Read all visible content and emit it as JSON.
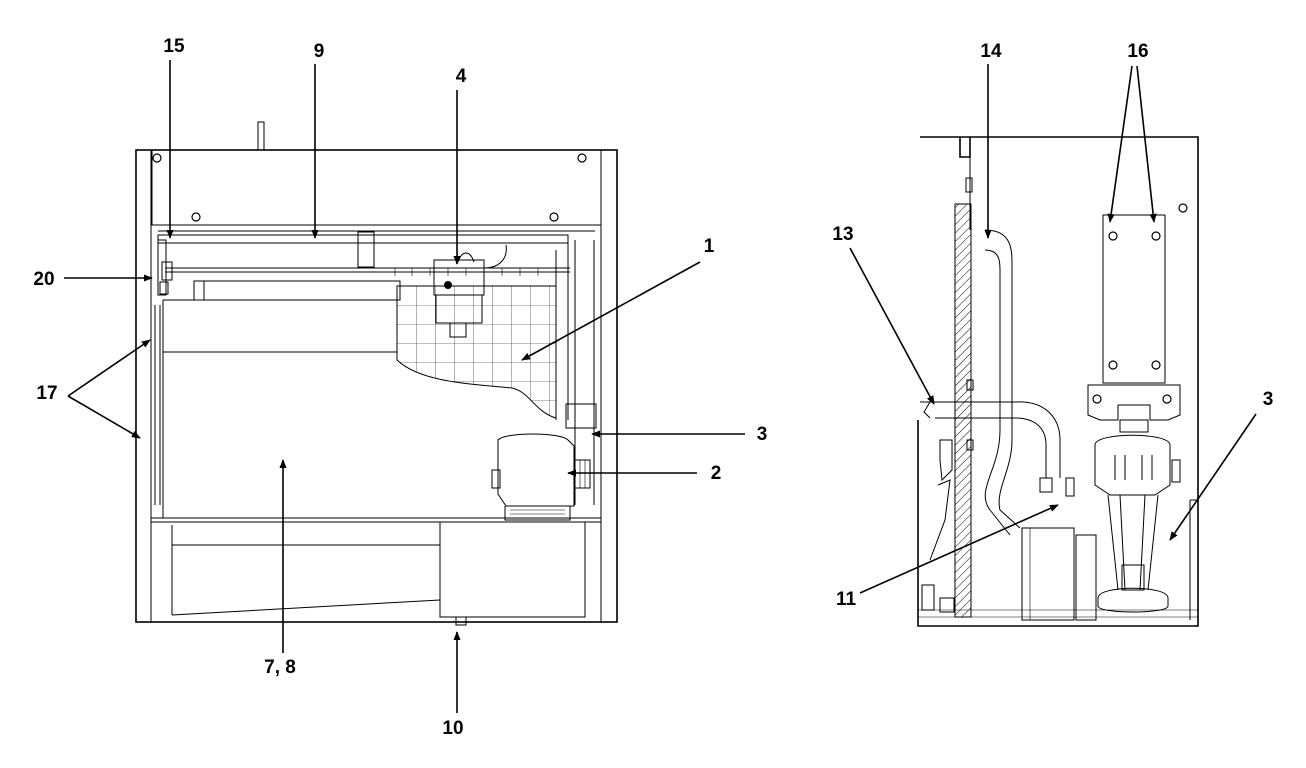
{
  "callouts": {
    "c1": "1",
    "c2": "2",
    "c3_front": "3",
    "c3_side": "3",
    "c4": "4",
    "c78": "7, 8",
    "c9": "9",
    "c10": "10",
    "c11": "11",
    "c13": "13",
    "c14": "14",
    "c15": "15",
    "c16": "16",
    "c17": "17",
    "c20": "20"
  }
}
